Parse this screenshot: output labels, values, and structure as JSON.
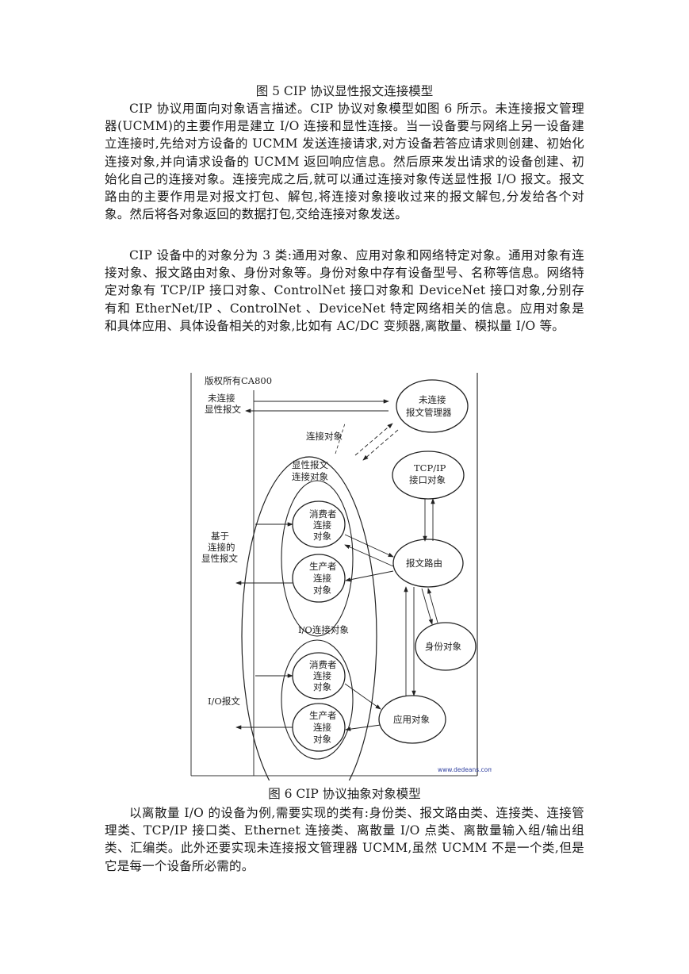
{
  "fig5_caption": "图 5 CIP 协议显性报文连接模型",
  "paragraphs": {
    "p1": "CIP 协议用面向对象语言描述。CIP 协议对象模型如图 6 所示。未连接报文管理器(UCMM)的主要作用是建立 I/O 连接和显性连接。当一设备要与网络上另一设备建立连接时,先给对方设备的 UCMM 发送连接请求,对方设备若答应请求则创建、初始化连接对象,并向请求设备的 UCMM 返回响应信息。然后原来发出请求的设备创建、初始化自己的连接对象。连接完成之后,就可以通过连接对象传送显性报 I/O 报文。报文路由的主要作用是对报文打包、解包,将连接对象接收过来的报文解包,分发给各个对象。然后将各对象返回的数据打包,交给连接对象发送。",
    "p2": "CIP 设备中的对象分为 3 类:通用对象、应用对象和网络特定对象。通用对象有连接对象、报文路由对象、身份对象等。身份对象中存有设备型号、名称等信息。网络特定对象有 TCP/IP 接口对象、ControlNet 接口对象和 DeviceNet 接口对象,分别存有和 EtherNet/IP 、ControlNet 、DeviceNet 特定网络相关的信息。应用对象是和具体应用、具体设备相关的对象,比如有 AC/DC 变频器,离散量、模拟量 I/O 等。",
    "p3": "以离散量 I/O 的设备为例,需要实现的类有:身份类、报文路由类、连接类、连接管理类、TCP/IP 接口类、Ethernet 连接类、离散量 I/O 点类、离散量输入组/输出组类、汇编类。此外还要实现未连接报文管理器 UCMM,虽然 UCMM 不是一个类,但是它是每一个设备所必需的。"
  },
  "figure6": {
    "copyright": "版权所有CA800",
    "unconnected_msg": [
      "未连接",
      "显性报文"
    ],
    "ucmm": [
      "未连接",
      "报文管理器"
    ],
    "connection_objects": "连接对象",
    "explicit_conn": [
      "显性报文",
      "连接对象"
    ],
    "tcpip_obj": [
      "TCP/IP",
      "接口对象"
    ],
    "consumer1": [
      "消费者",
      "连接",
      "对象"
    ],
    "producer1": [
      "生产者",
      "连接",
      "对象"
    ],
    "conn_based_explicit": [
      "基于",
      "连接的",
      "显性报文"
    ],
    "msg_router": "报文路由",
    "identity_obj": "身份对象",
    "io_conn_objects": "I/O连接对象",
    "consumer2": [
      "消费者",
      "连接",
      "对象"
    ],
    "producer2": [
      "生产者",
      "连接",
      "对象"
    ],
    "io_msg": "I/O报文",
    "app_obj": "应用对象",
    "watermark": "www.dedeans.com"
  },
  "fig6_caption": "图 6 CIP 协议抽象对象模型"
}
